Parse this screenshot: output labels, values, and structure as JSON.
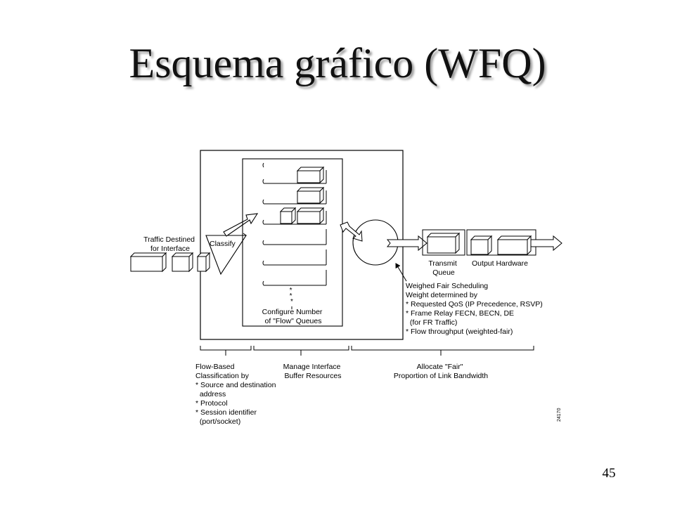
{
  "slide": {
    "title": "Esquema gráfico (WFQ)",
    "page_number": "45"
  },
  "diagram": {
    "input_label": [
      "Traffic Destined",
      "for Interface"
    ],
    "classify_label": "Classify",
    "queues_label": [
      "Configure Number",
      "of \"Flow\" Queues"
    ],
    "queue_ellipsis": "*",
    "transmit_queue_label": [
      "Transmit",
      "Queue"
    ],
    "output_hardware_label": "Output Hardware",
    "scheduling_notes": [
      "Weighed Fair Scheduling",
      "Weight determined by",
      "* Requested QoS (IP Precedence, RSVP)",
      "* Frame Relay FECN, BECN, DE",
      "  (for FR Traffic)",
      "* Flow throughput (weighted-fair)"
    ],
    "stage_classification": [
      "Flow-Based",
      "Classification by",
      "* Source and destination",
      "  address",
      "* Protocol",
      "* Session identifier",
      "  (port/socket)"
    ],
    "stage_buffer": [
      "Manage Interface",
      "Buffer Resources"
    ],
    "stage_allocate": [
      "Allocate \"Fair\"",
      "Proportion of Link Bandwidth"
    ],
    "figure_id": "24170"
  }
}
